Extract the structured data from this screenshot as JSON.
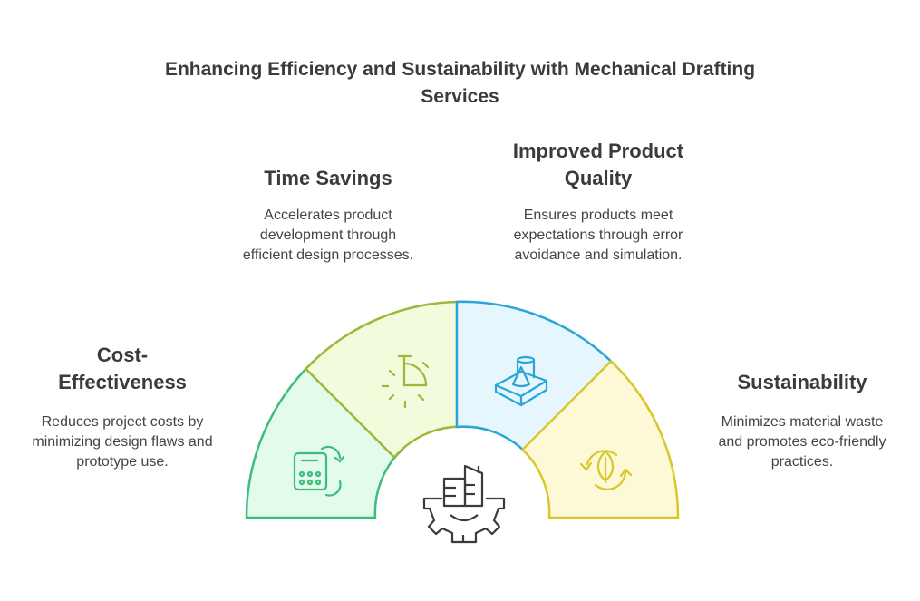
{
  "title": "Enhancing Efficiency and Sustainability with Mechanical Drafting Services",
  "segments": [
    {
      "heading": "Cost-\nEffectiveness",
      "description": "Reduces project costs by minimizing design flaws and prototype use.",
      "icon": "calculator-cycle-icon",
      "stroke": "#3dbd7d",
      "fill": "#e3fbea"
    },
    {
      "heading": "Time Savings",
      "description": "Accelerates product development through efficient design processes.",
      "icon": "timer-icon",
      "stroke": "#9ab83a",
      "fill": "#f2fbdc"
    },
    {
      "heading": "Improved Product Quality",
      "description": "Ensures products meet expectations through error avoidance and simulation.",
      "icon": "3d-shapes-icon",
      "stroke": "#2aa5d8",
      "fill": "#e5f7fd"
    },
    {
      "heading": "Sustainability",
      "description": "Minimizes material waste and promotes eco-friendly practices.",
      "icon": "leaf-recycle-icon",
      "stroke": "#d9c62a",
      "fill": "#fdf9d6"
    }
  ],
  "center_icon": "gear-building-icon"
}
